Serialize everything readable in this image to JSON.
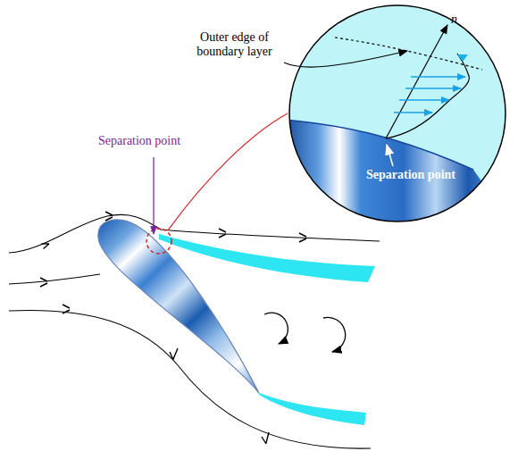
{
  "diagram": {
    "labels": [
      "Outer edge of boundary layer",
      "n",
      "Separation point",
      "Separation point"
    ]
  }
}
